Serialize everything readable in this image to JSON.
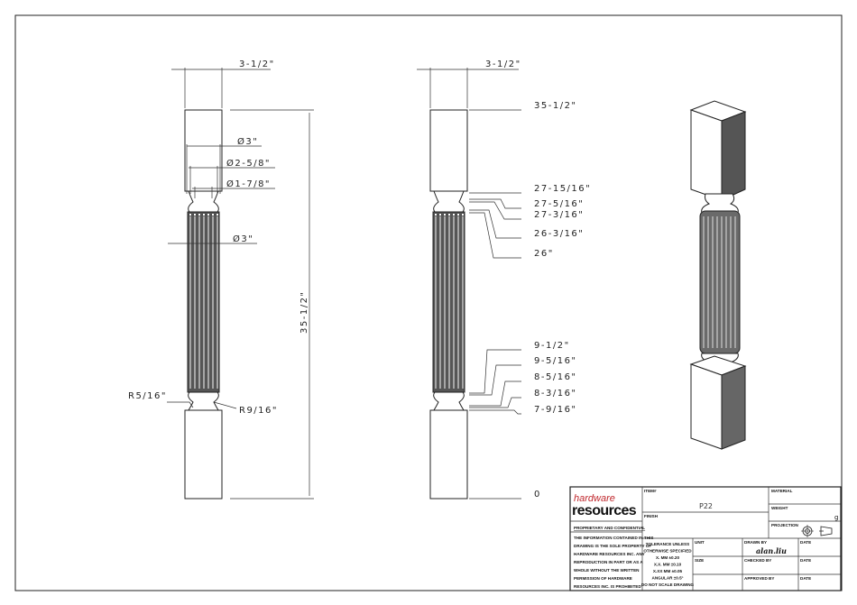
{
  "drawing": {
    "front_view": {
      "width_dim": "3-1/2\"",
      "dia_top": "Ø3\"",
      "dia_mid": "Ø2-5/8\"",
      "dia_small": "Ø1-7/8\"",
      "dia_shaft": "Ø3\"",
      "height_dim": "35-1/2\"",
      "radius_left": "R5/16\"",
      "radius_right": "R9/16\""
    },
    "side_view": {
      "width_dim": "3-1/2\"",
      "heights": [
        "35-1/2\"",
        "27-15/16\"",
        "27-5/16\"",
        "27-3/16\"",
        "26-3/16\"",
        "26\"",
        "9-1/2\"",
        "9-5/16\"",
        "8-5/16\"",
        "8-3/16\"",
        "7-9/16\"",
        "0"
      ]
    }
  },
  "title_block": {
    "logo_top": "hardware",
    "logo_bottom": "resources",
    "proprietary_heading": "PROPRIETARY AND CONFIDENTIAL",
    "proprietary_lines": [
      "THE INFORMATION CONTAINED IN THIS",
      "DRAWING IS THE SOLE PROPERTY OF",
      "HARDWARE RESOURCES INC.  ANY",
      "REPRODUCTION IN PART OR AS A",
      "WHOLE  WITHOUT THE WRITTEN",
      "PERMISSION OF HARDWARE",
      "RESOURCES INC. IS PROHIBITED"
    ],
    "item_label": "ITEM#",
    "item_value": "P22",
    "finish_label": "FINISH",
    "material_label": "MATERIAL",
    "weight_label": "WEIGHT",
    "weight_value": "g",
    "projection_label": "PROJECTION",
    "tolerance_lines": [
      "TOLERANCE UNLESS",
      "OTHERWISE SPECIFIED",
      "X.   MM   ±0.20",
      "X.X.  MM   ±0.10",
      "X.XX  MM  ±0.05",
      "ANGULAR     ±0.5°",
      "DO NOT SCALE DRAWING"
    ],
    "unit_label": "UNIT",
    "size_label": "SIZE",
    "drawn_by_label": "DRAWN BY",
    "drawn_by_value": "alan.liu",
    "checked_by_label": "CHECKED BY",
    "approved_by_label": "APPROVED BY",
    "date_label": "DATE"
  }
}
